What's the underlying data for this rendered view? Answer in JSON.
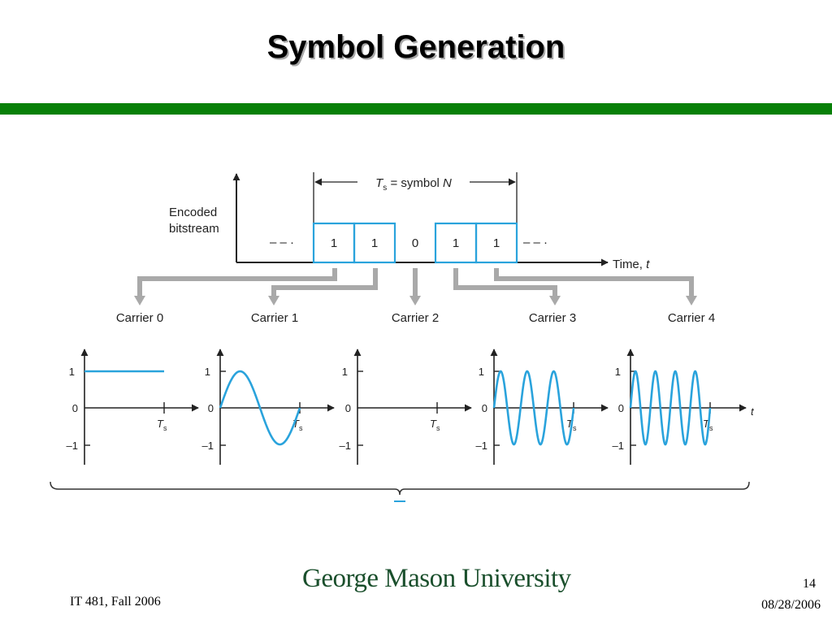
{
  "slide": {
    "title": "Symbol Generation",
    "course": "IT 481, Fall 2006",
    "page_number": "14",
    "date": "08/28/2006",
    "logo_text": "George Mason University"
  },
  "diagram": {
    "ylabel_line1": "Encoded",
    "ylabel_line2": "bitstream",
    "symbol_label_T": "T",
    "symbol_label_sub": "s",
    "symbol_label_rest": "= symbol ",
    "symbol_label_N": "N",
    "time_label": "Time, ",
    "time_var": "t",
    "dash_left": "– – ·",
    "dash_right": "– – ·",
    "bits": [
      "1",
      "1",
      "0",
      "1",
      "1"
    ],
    "carriers": [
      "Carrier 0",
      "Carrier 1",
      "Carrier 2",
      "Carrier 3",
      "Carrier 4"
    ],
    "tick_one": "1",
    "tick_zero": "0",
    "tick_neg": "–1",
    "ts_T": "T",
    "ts_sub": "s",
    "t_axis": "t",
    "carrier_cycles": [
      0,
      1,
      0,
      3,
      4
    ],
    "colors": {
      "accent": "#2aa3dc",
      "arrow": "#a9a9a9",
      "rule": "#078007"
    }
  }
}
